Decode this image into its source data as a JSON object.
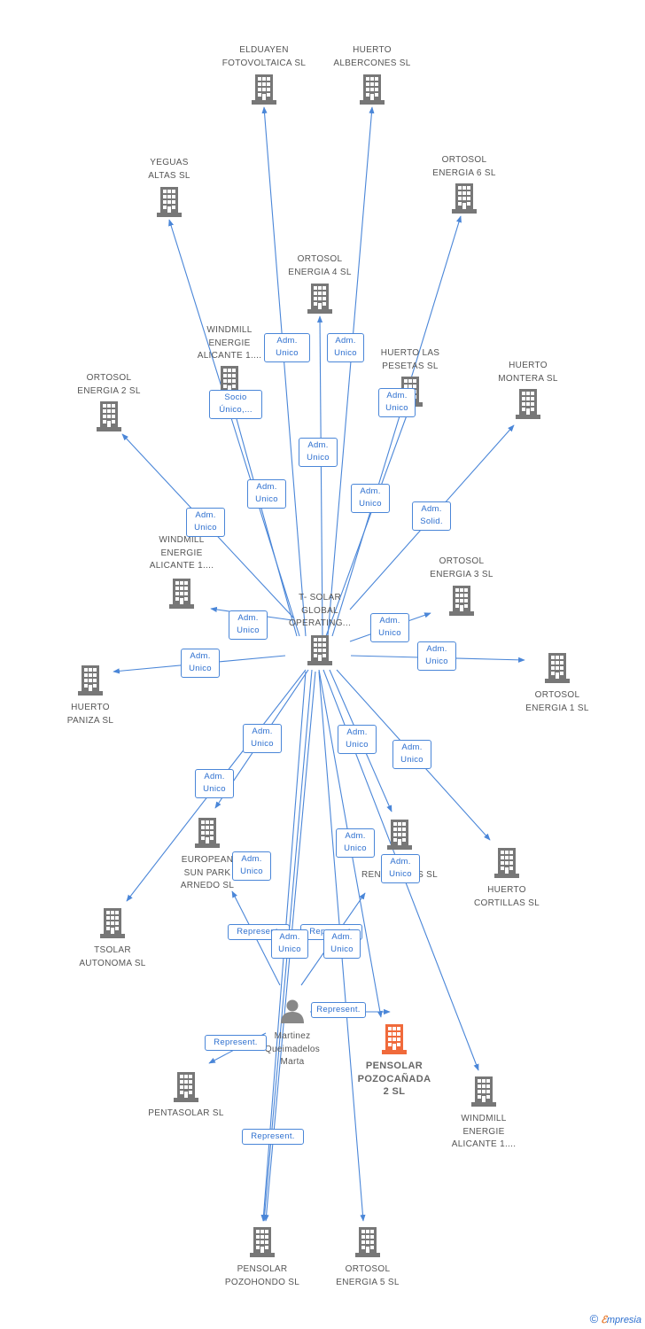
{
  "colors": {
    "edge": "#4a86d8",
    "node": "#777777",
    "focus": "#f06a3b",
    "person": "#888888"
  },
  "nodes": [
    {
      "id": "elduayen",
      "label": "ELDUAYEN\nFOTOVOLTAICA SL",
      "kind": "company"
    },
    {
      "id": "albercones",
      "label": "HUERTO\nALBERCONES SL",
      "kind": "company"
    },
    {
      "id": "yeguas",
      "label": "YEGUAS\nALTAS SL",
      "kind": "company"
    },
    {
      "id": "ortosol6",
      "label": "ORTOSOL\nENERGIA 6 SL",
      "kind": "company"
    },
    {
      "id": "ortosol4",
      "label": "ORTOSOL\nENERGIA 4 SL",
      "kind": "company"
    },
    {
      "id": "windmill_a",
      "label": "WINDMILL\nENERGIE\nALICANTE 1....",
      "kind": "company"
    },
    {
      "id": "pesetas",
      "label": "HUERTO LAS\nPESETAS SL",
      "kind": "company"
    },
    {
      "id": "montera",
      "label": "HUERTO\nMONTERA SL",
      "kind": "company"
    },
    {
      "id": "ortosol2",
      "label": "ORTOSOL\nENERGIA 2 SL",
      "kind": "company"
    },
    {
      "id": "windmill_b",
      "label": "WINDMILL\nENERGIE\nALICANTE 1....",
      "kind": "company"
    },
    {
      "id": "ortosol3",
      "label": "ORTOSOL\nENERGIA 3 SL",
      "kind": "company"
    },
    {
      "id": "tsolar_global",
      "label": "T- SOLAR\nGLOBAL\nOPERATING...",
      "kind": "company"
    },
    {
      "id": "paniza",
      "label": "HUERTO\nPANIZA SL",
      "kind": "company"
    },
    {
      "id": "ortosol1",
      "label": "ORTOSOL\nENERGIA 1 SL",
      "kind": "company"
    },
    {
      "id": "european",
      "label": "EUROPEAN\nSUN PARK\nARNEDO SL",
      "kind": "company"
    },
    {
      "id": "renovables",
      "label": "EN...\nRENOVABLES SL",
      "kind": "company"
    },
    {
      "id": "cortillas",
      "label": "HUERTO\nCORTILLAS SL",
      "kind": "company"
    },
    {
      "id": "tsolar_autonoma",
      "label": "TSOLAR\nAUTONOMA  SL",
      "kind": "company"
    },
    {
      "id": "martinez",
      "label": "Martinez\nQueimadelos\nMarta",
      "kind": "person"
    },
    {
      "id": "pensolar_poz",
      "label": "PENSOLAR\nPOZOCAÑADA\n2 SL",
      "kind": "focus"
    },
    {
      "id": "pentasolar",
      "label": "PENTASOLAR SL",
      "kind": "company"
    },
    {
      "id": "windmill_c",
      "label": "WINDMILL\nENERGIE\nALICANTE 1....",
      "kind": "company"
    },
    {
      "id": "pozohondo",
      "label": "PENSOLAR\nPOZOHONDO SL",
      "kind": "company"
    },
    {
      "id": "ortosol5",
      "label": "ORTOSOL\nENERGIA 5 SL",
      "kind": "company"
    }
  ],
  "relations": [
    {
      "label": "Adm.\nUnico"
    },
    {
      "label": "Adm.\nUnico"
    },
    {
      "label": "Socio\nÚnico,..."
    },
    {
      "label": "Adm.\nUnico"
    },
    {
      "label": "Adm.\nUnico"
    },
    {
      "label": "Adm.\nUnico"
    },
    {
      "label": "Adm.\nUnico"
    },
    {
      "label": "Adm.\nUnico"
    },
    {
      "label": "Adm.\nSolid."
    },
    {
      "label": "Adm.\nUnico"
    },
    {
      "label": "Adm.\nUnico"
    },
    {
      "label": "Adm.\nUnico"
    },
    {
      "label": "Adm.\nUnico"
    },
    {
      "label": "Adm.\nUnico"
    },
    {
      "label": "Adm.\nUnico"
    },
    {
      "label": "Adm.\nUnico"
    },
    {
      "label": "Adm.\nUnico"
    },
    {
      "label": "Adm.\nUnico"
    },
    {
      "label": "Adm.\nUnico"
    },
    {
      "label": "Adm.\nUnico"
    },
    {
      "label": "Represent."
    },
    {
      "label": "Represent."
    },
    {
      "label": "Adm.\nUnico"
    },
    {
      "label": "Adm.\nUnico"
    },
    {
      "label": "Represent."
    },
    {
      "label": "Represent."
    },
    {
      "label": "Represent."
    }
  ],
  "footer": {
    "copyright": "©",
    "brand_initial": "ℰ",
    "brand_rest": "mpresia"
  }
}
